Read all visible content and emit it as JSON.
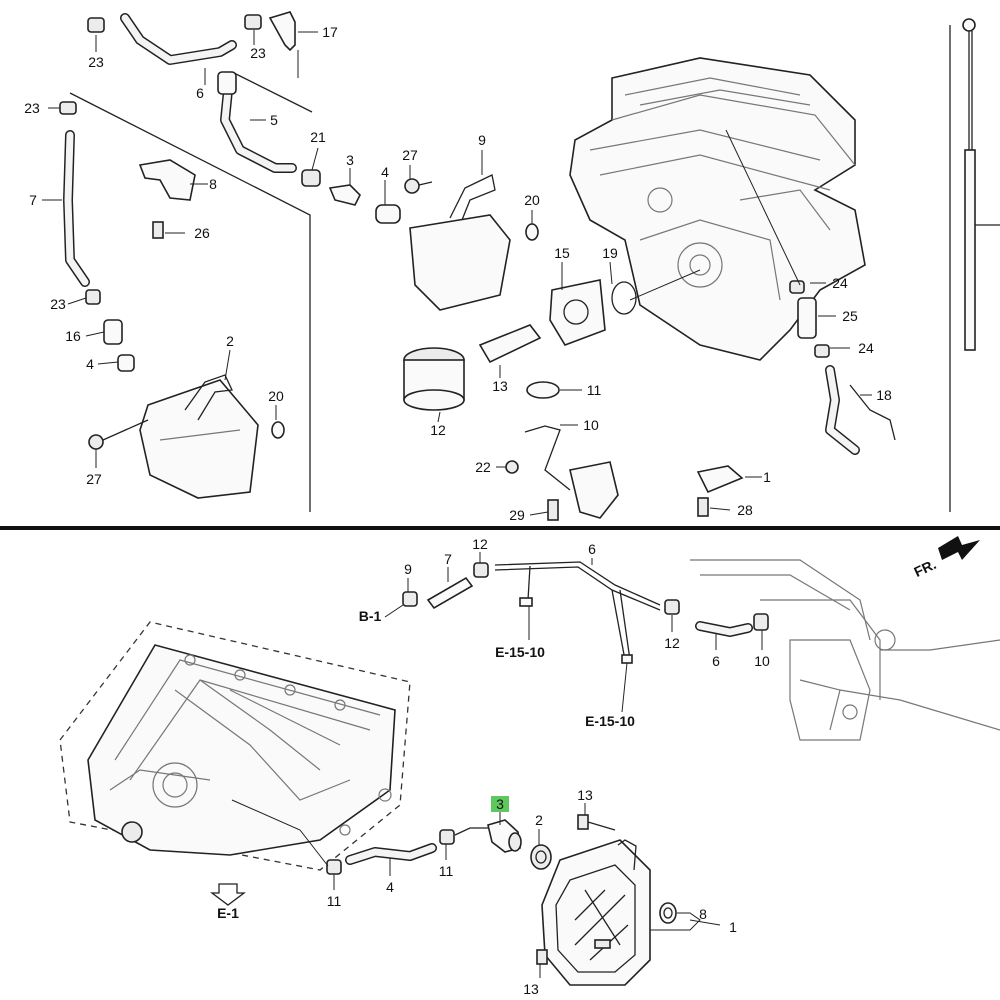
{
  "top_diagram": {
    "callouts": [
      {
        "id": "t23a",
        "text": "23"
      },
      {
        "id": "t23b",
        "text": "23"
      },
      {
        "id": "t17",
        "text": "17"
      },
      {
        "id": "t6",
        "text": "6"
      },
      {
        "id": "t23c",
        "text": "23"
      },
      {
        "id": "t5",
        "text": "5"
      },
      {
        "id": "t21",
        "text": "21"
      },
      {
        "id": "t3",
        "text": "3"
      },
      {
        "id": "t27a",
        "text": "27"
      },
      {
        "id": "t9",
        "text": "9"
      },
      {
        "id": "t4a",
        "text": "4"
      },
      {
        "id": "t8",
        "text": "8"
      },
      {
        "id": "t7",
        "text": "7"
      },
      {
        "id": "t26",
        "text": "26"
      },
      {
        "id": "t20a",
        "text": "20"
      },
      {
        "id": "t15",
        "text": "15"
      },
      {
        "id": "t19",
        "text": "19"
      },
      {
        "id": "t24a",
        "text": "24"
      },
      {
        "id": "t25",
        "text": "25"
      },
      {
        "id": "t24b",
        "text": "24"
      },
      {
        "id": "t23d",
        "text": "23"
      },
      {
        "id": "t16",
        "text": "16"
      },
      {
        "id": "t4b",
        "text": "4"
      },
      {
        "id": "t2",
        "text": "2"
      },
      {
        "id": "t20b",
        "text": "20"
      },
      {
        "id": "t13",
        "text": "13"
      },
      {
        "id": "t11",
        "text": "11"
      },
      {
        "id": "t18",
        "text": "18"
      },
      {
        "id": "t12",
        "text": "12"
      },
      {
        "id": "t10",
        "text": "10"
      },
      {
        "id": "t27b",
        "text": "27"
      },
      {
        "id": "t22",
        "text": "22"
      },
      {
        "id": "t1",
        "text": "1"
      },
      {
        "id": "t29",
        "text": "29"
      },
      {
        "id": "t28",
        "text": "28"
      }
    ]
  },
  "bottom_diagram": {
    "callouts": [
      {
        "id": "b9",
        "text": "9"
      },
      {
        "id": "b7",
        "text": "7"
      },
      {
        "id": "b12a",
        "text": "12"
      },
      {
        "id": "b6a",
        "text": "6"
      },
      {
        "id": "b12b",
        "text": "12"
      },
      {
        "id": "b6b",
        "text": "6"
      },
      {
        "id": "b10",
        "text": "10"
      },
      {
        "id": "b3",
        "text": "3"
      },
      {
        "id": "b2",
        "text": "2"
      },
      {
        "id": "b13a",
        "text": "13"
      },
      {
        "id": "b11a",
        "text": "11"
      },
      {
        "id": "b11b",
        "text": "11"
      },
      {
        "id": "b4",
        "text": "4"
      },
      {
        "id": "b8",
        "text": "8"
      },
      {
        "id": "b1",
        "text": "1"
      },
      {
        "id": "b13b",
        "text": "13"
      }
    ],
    "references": {
      "b1_ref": "B-1",
      "e15_10_a": "E-15-10",
      "e15_10_b": "E-15-10",
      "e1_ref": "E-1",
      "fr_arrow": "FR."
    },
    "highlight_color": "#5ec85e"
  }
}
